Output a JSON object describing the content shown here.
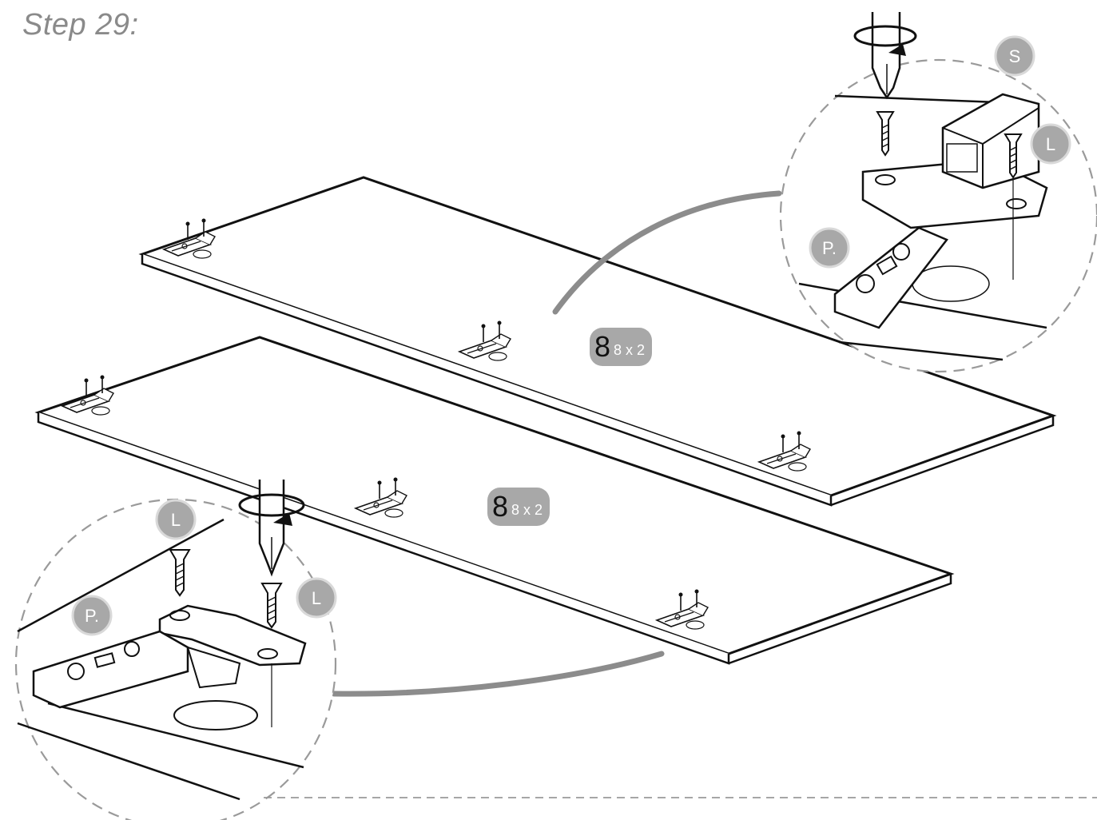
{
  "step_title": "Step 29:",
  "part_labels": {
    "S": "S",
    "L": "L",
    "P": "P."
  },
  "quantity_tags": [
    {
      "part": "8",
      "count": "8 x 2"
    },
    {
      "part": "8",
      "count": "8 x 2"
    }
  ],
  "colors": {
    "line": "#111111",
    "badge_fill": "#a8a8a8",
    "badge_text": "#ffffff",
    "leader": "#8c8c8c",
    "dashed": "#9a9a9a",
    "title": "#8a8a8a"
  },
  "icons": [
    "screwdriver-icon",
    "rotate-arrow-icon",
    "screw-icon",
    "hinge-icon"
  ]
}
